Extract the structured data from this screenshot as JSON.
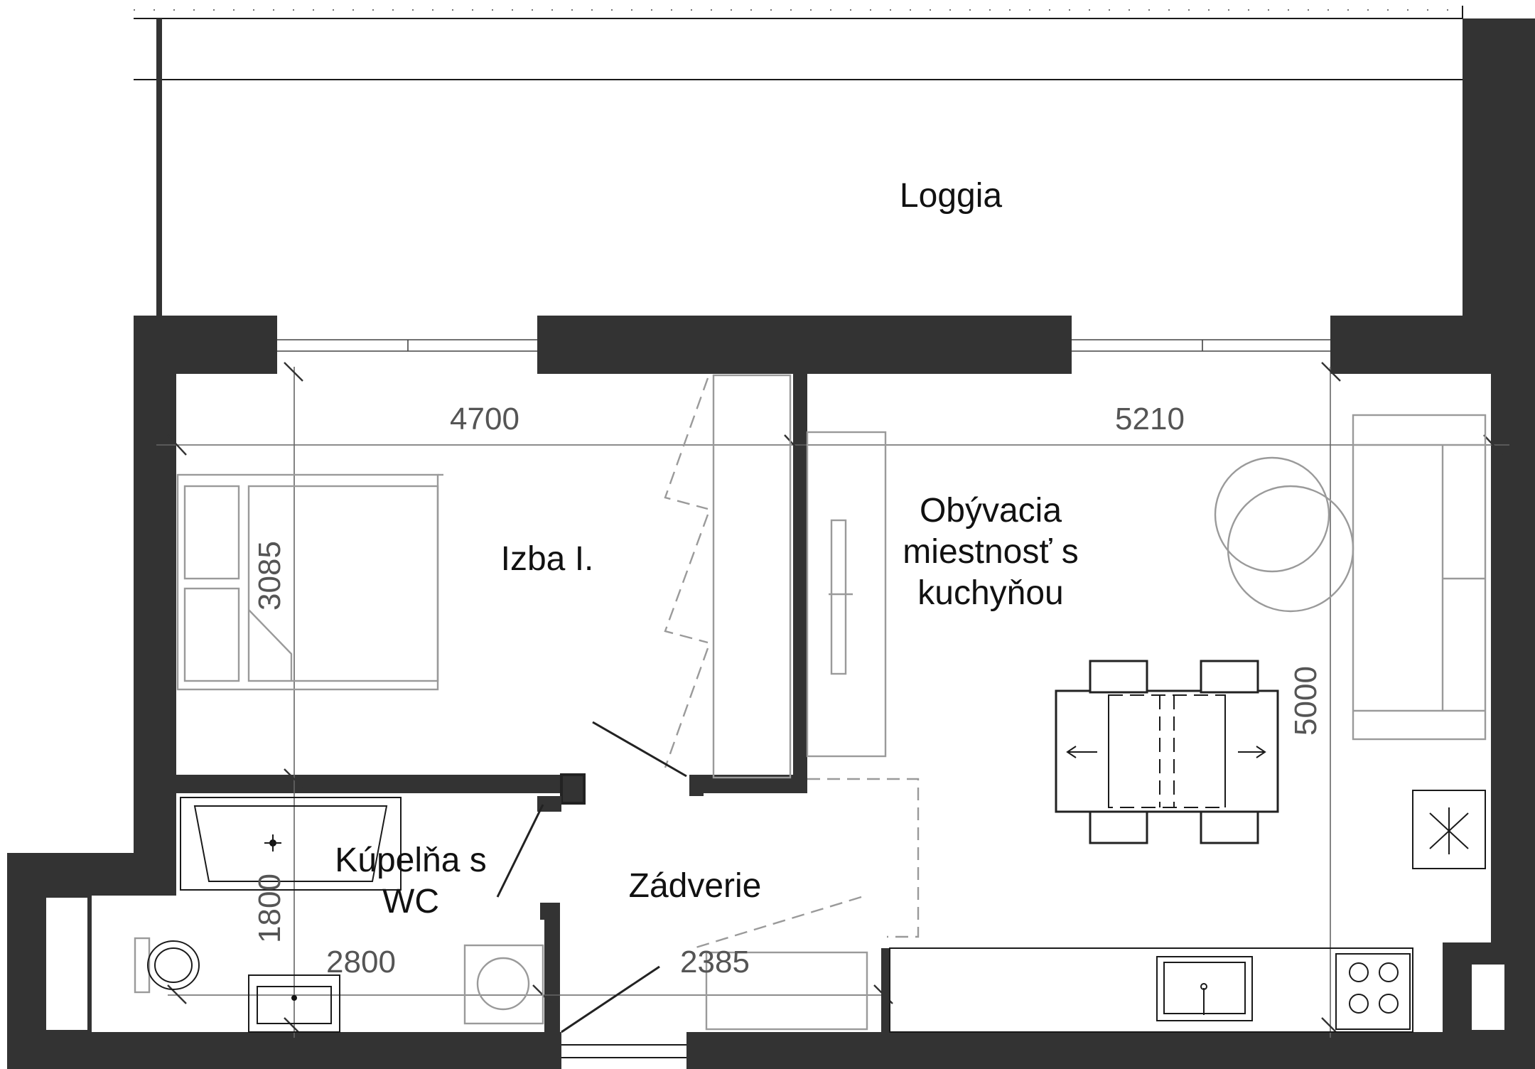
{
  "rooms": {
    "loggia": "Loggia",
    "izba": "Izba I.",
    "obyvacia_line1": "Obývacia",
    "obyvacia_line2": "miestnosť s",
    "obyvacia_line3": "kuchyňou",
    "kupelna_line1": "Kúpelňa s",
    "kupelna_line2": "WC",
    "zadverie": "Zádverie"
  },
  "dimensions": {
    "izba_width": "4700",
    "izba_depth": "3085",
    "obyvacia_width": "5210",
    "obyvacia_depth": "5000",
    "kupelna_width": "2800",
    "kupelna_depth": "1800",
    "zadverie_width": "2385"
  },
  "colors": {
    "wall": "#333333",
    "furniture": "#9a9a9a",
    "background": "#ffffff"
  }
}
